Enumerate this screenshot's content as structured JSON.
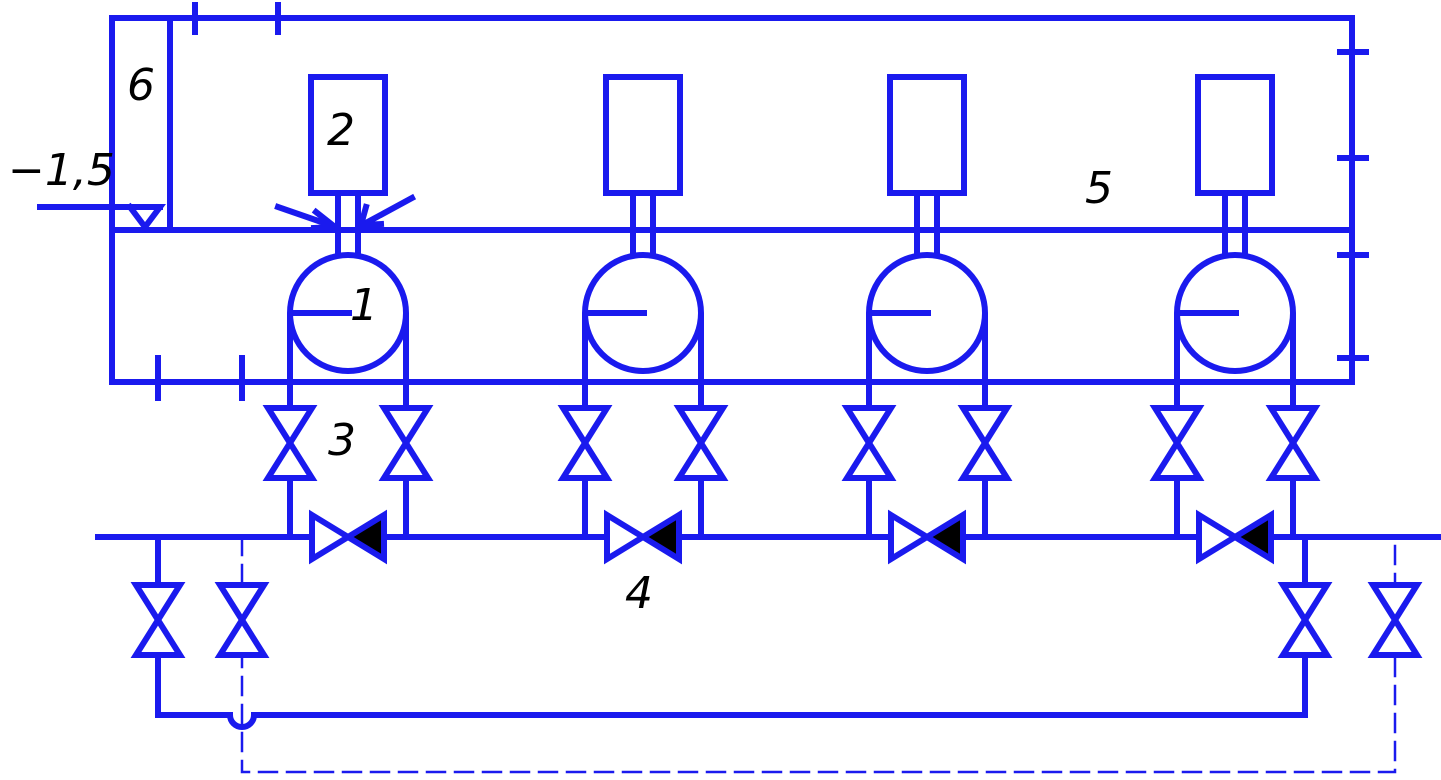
{
  "diagram": {
    "line_color": "#1a1aee",
    "fill_color": "#000000",
    "background": "#ffffff",
    "elevation_mark": "−1,5",
    "callouts": {
      "pump": "1",
      "motor": "2",
      "gate_valve": "3",
      "check_valve": "4",
      "pressure_line": "5",
      "suction_tank": "6"
    },
    "pump_count": 4
  }
}
